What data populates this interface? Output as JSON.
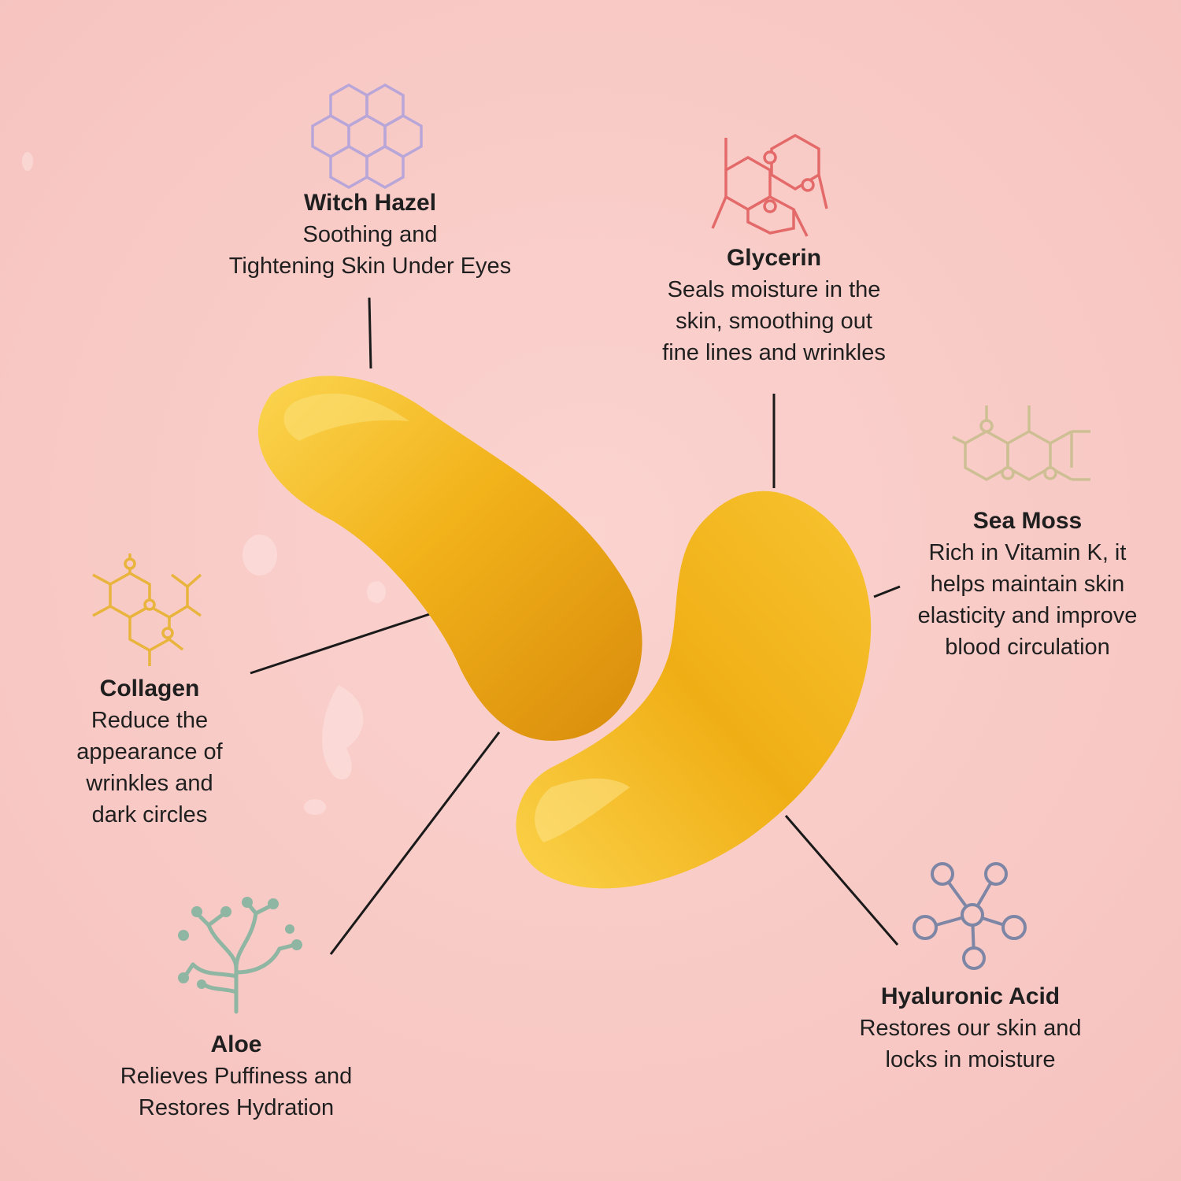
{
  "colors": {
    "background": "#f8c9c5",
    "background_light": "#fbd7d3",
    "patch_gold": "#f2b21a",
    "patch_dark": "#d98c0c",
    "patch_light": "#fbd550",
    "leader_line": "#1a1a1a",
    "witch_hazel_icon": "#b9a6d8",
    "glycerin_icon": "#e46a6a",
    "sea_moss_icon": "#cdbf93",
    "collagen_icon": "#e8b43c",
    "aloe_icon": "#8fb5a3",
    "hyaluronic_icon": "#7e86a6"
  },
  "ingredients": [
    {
      "id": "witch-hazel",
      "name": "Witch Hazel",
      "description": "Soothing and\nTightening Skin Under Eyes",
      "icon": "honeycomb-molecule-icon"
    },
    {
      "id": "glycerin",
      "name": "Glycerin",
      "description": "Seals moisture in the\nskin, smoothing out\nfine lines and wrinkles",
      "icon": "double-ring-molecule-icon"
    },
    {
      "id": "sea-moss",
      "name": "Sea Moss",
      "description": "Rich in Vitamin K, it\nhelps maintain skin\nelasticity and improve\nblood circulation",
      "icon": "hexagon-chain-molecule-icon"
    },
    {
      "id": "collagen",
      "name": "Collagen",
      "description": "Reduce the\nappearance of\nwrinkles and\ndark circles",
      "icon": "branched-molecule-icon"
    },
    {
      "id": "aloe",
      "name": "Aloe",
      "description": "Relieves Puffiness and\nRestores Hydration",
      "icon": "aloe-plant-icon"
    },
    {
      "id": "hyaluronic-acid",
      "name": "Hyaluronic Acid",
      "description": "Restores our skin and\nlocks in moisture",
      "icon": "node-network-icon"
    }
  ]
}
